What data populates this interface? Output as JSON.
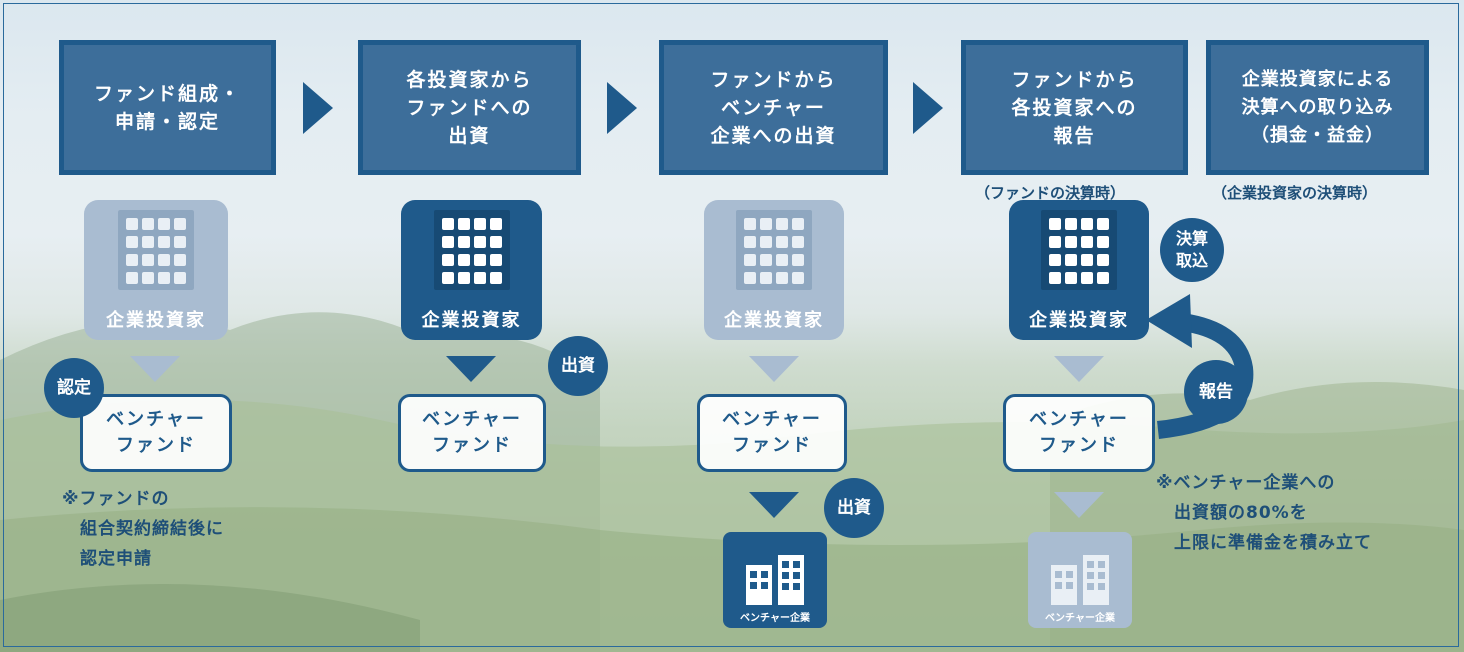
{
  "steps": [
    {
      "title": "ファンド組成・\n申請・認定"
    },
    {
      "title": "各投資家から\nファンドへの\n出資"
    },
    {
      "title": "ファンドから\nベンチャー\n企業への出資"
    },
    {
      "title": "ファンドから\n各投資家への\n報告"
    },
    {
      "title": "企業投資家による\n決算への取り込み\n（損金・益金）"
    }
  ],
  "notes": {
    "fund_settlement": "（ファンドの決算時）",
    "investor_settlement": "（企業投資家の決算時）"
  },
  "labels": {
    "corporate_investor": "企業投資家",
    "venture_fund": "ベンチャー\nファンド",
    "venture_company": "ベンチャー企業",
    "certification": "認定",
    "investment": "出資",
    "settlement_import": "決算\n取込",
    "report": "報告"
  },
  "footnotes": {
    "left": "※ファンドの\n　組合契約締結後に\n　認定申請",
    "right": "※ベンチャー企業への\n　出資額の80%を\n　上限に準備金を積み立て"
  },
  "colors": {
    "primary": "#1f5a8b",
    "header_fill": "#3d6e9a",
    "faded": "#a9bcd1"
  }
}
